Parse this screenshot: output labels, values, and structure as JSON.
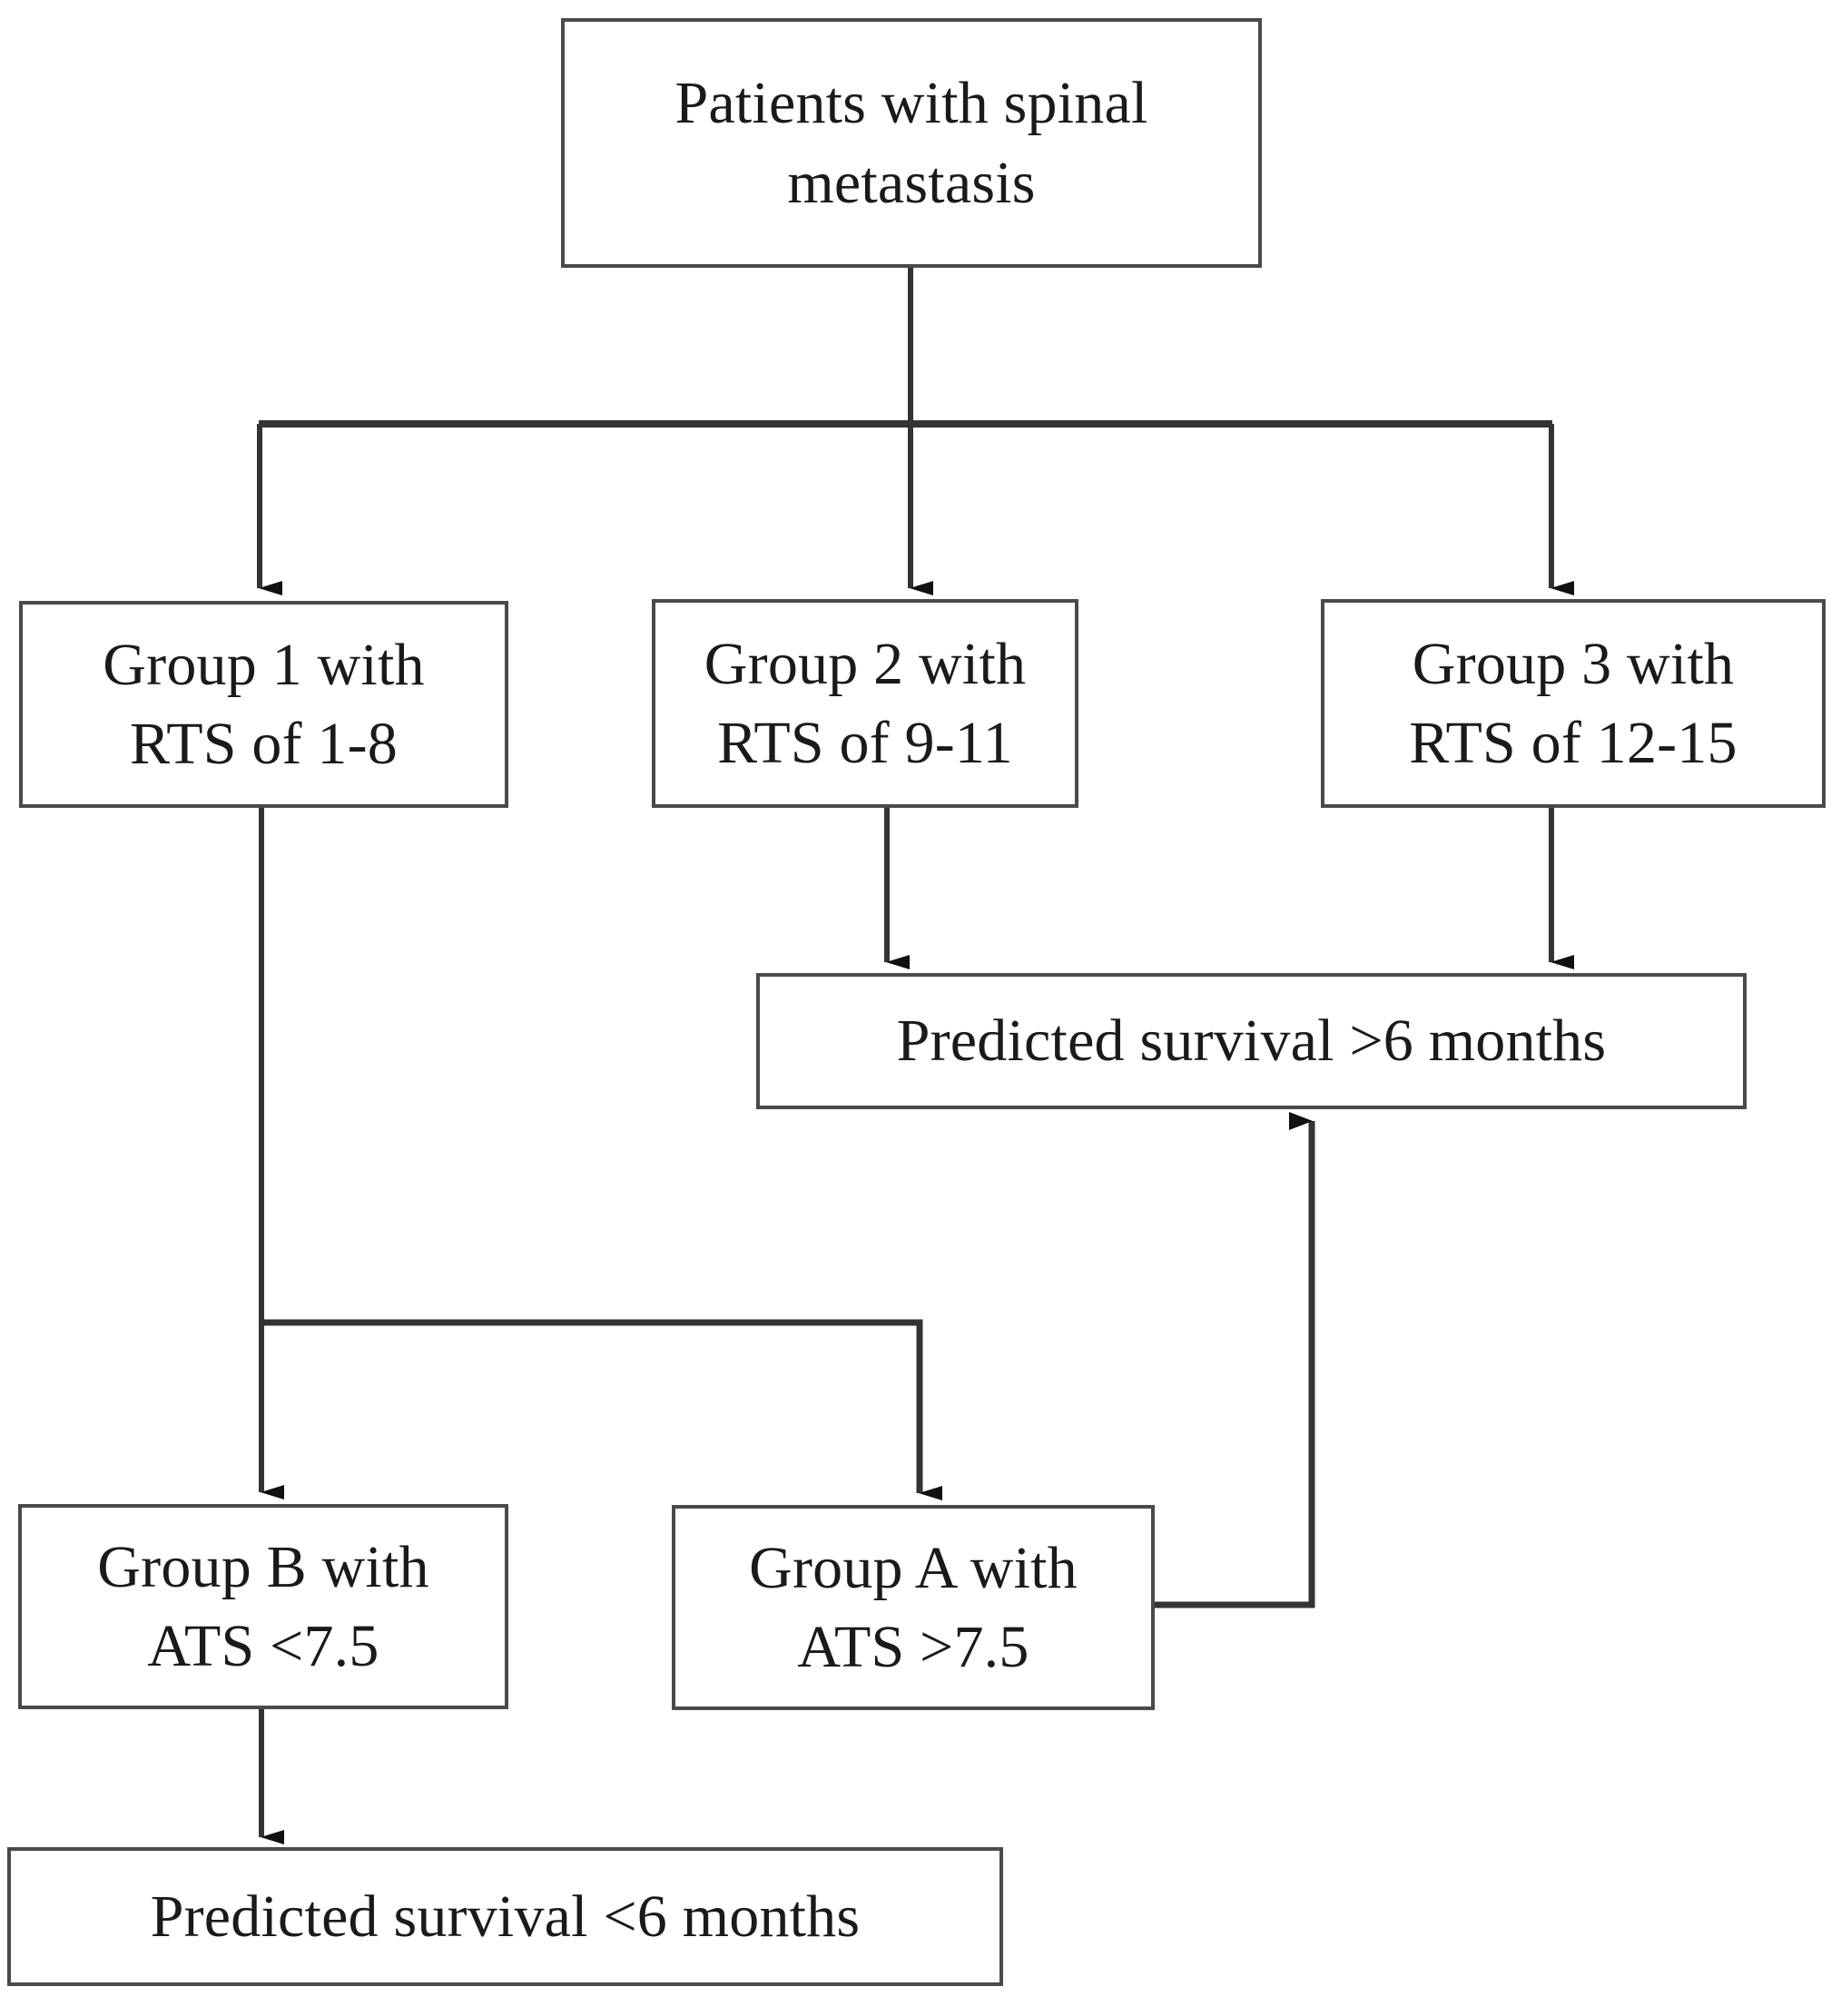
{
  "diagram": {
    "title": "Spinal metastasis survival prediction flowchart",
    "type": "flowchart",
    "colors": {
      "node_border": "#4a4a4a",
      "node_fill": "#ffffff",
      "edge": "#333333",
      "text": "#1a1a1a",
      "background": "#ffffff"
    },
    "nodes": [
      {
        "id": "root",
        "label": "Patients with spinal\nmetastasis"
      },
      {
        "id": "group1",
        "label": "Group 1 with\nRTS of 1-8"
      },
      {
        "id": "group2",
        "label": "Group 2 with\nRTS of 9-11"
      },
      {
        "id": "group3",
        "label": "Group 3 with\nRTS of 12-15"
      },
      {
        "id": "surv_over",
        "label": "Predicted survival >6 months"
      },
      {
        "id": "groupb",
        "label": "Group B with\nATS <7.5"
      },
      {
        "id": "groupa",
        "label": "Group A with\nATS >7.5"
      },
      {
        "id": "surv_under",
        "label": "Predicted survival <6 months"
      }
    ],
    "edges": [
      {
        "from": "root",
        "to": "group1",
        "style": "orthogonal",
        "arrow": "down"
      },
      {
        "from": "root",
        "to": "group2",
        "style": "orthogonal",
        "arrow": "down"
      },
      {
        "from": "root",
        "to": "group3",
        "style": "orthogonal",
        "arrow": "down"
      },
      {
        "from": "group2",
        "to": "surv_over",
        "style": "straight",
        "arrow": "down"
      },
      {
        "from": "group3",
        "to": "surv_over",
        "style": "straight",
        "arrow": "down"
      },
      {
        "from": "group1",
        "to": "groupb",
        "style": "straight",
        "arrow": "down"
      },
      {
        "from": "group1",
        "to": "groupa",
        "style": "orthogonal",
        "arrow": "down"
      },
      {
        "from": "groupa",
        "to": "surv_over",
        "style": "orthogonal",
        "arrow": "up"
      },
      {
        "from": "groupb",
        "to": "surv_under",
        "style": "straight",
        "arrow": "down"
      }
    ]
  }
}
